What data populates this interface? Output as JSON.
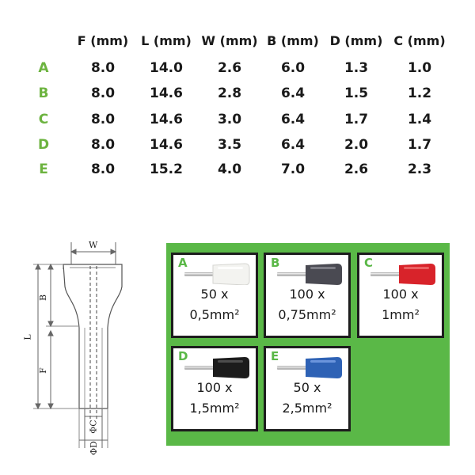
{
  "spec_table": {
    "headers": [
      "F (mm)",
      "L (mm)",
      "W (mm)",
      "B (mm)",
      "D (mm)",
      "C (mm)"
    ],
    "rows": [
      {
        "label": "A",
        "values": [
          "8.0",
          "14.0",
          "2.6",
          "6.0",
          "1.3",
          "1.0"
        ]
      },
      {
        "label": "B",
        "values": [
          "8.0",
          "14.6",
          "2.8",
          "6.4",
          "1.5",
          "1.2"
        ]
      },
      {
        "label": "C",
        "values": [
          "8.0",
          "14.6",
          "3.0",
          "6.4",
          "1.7",
          "1.4"
        ]
      },
      {
        "label": "D",
        "values": [
          "8.0",
          "14.6",
          "3.5",
          "6.4",
          "2.0",
          "1.7"
        ]
      },
      {
        "label": "E",
        "values": [
          "8.0",
          "15.2",
          "4.0",
          "7.0",
          "2.6",
          "2.3"
        ]
      }
    ]
  },
  "drawing": {
    "labels": {
      "W": "W",
      "B": "B",
      "L": "L",
      "F": "F",
      "C": "ΦC",
      "D": "ΦD"
    }
  },
  "products": [
    {
      "letter": "A",
      "qty": "50 x",
      "size": "0,5mm²",
      "color": "#f3f3f0",
      "icon": "white-ferrule-icon"
    },
    {
      "letter": "B",
      "qty": "100 x",
      "size": "0,75mm²",
      "color": "#4a4a52",
      "icon": "grey-ferrule-icon"
    },
    {
      "letter": "C",
      "qty": "100 x",
      "size": "1mm²",
      "color": "#d8232a",
      "icon": "red-ferrule-icon"
    },
    {
      "letter": "D",
      "qty": "100 x",
      "size": "1,5mm²",
      "color": "#1c1c1c",
      "icon": "black-ferrule-icon"
    },
    {
      "letter": "E",
      "qty": "50 x",
      "size": "2,5mm²",
      "color": "#2e62b5",
      "icon": "blue-ferrule-icon"
    }
  ]
}
